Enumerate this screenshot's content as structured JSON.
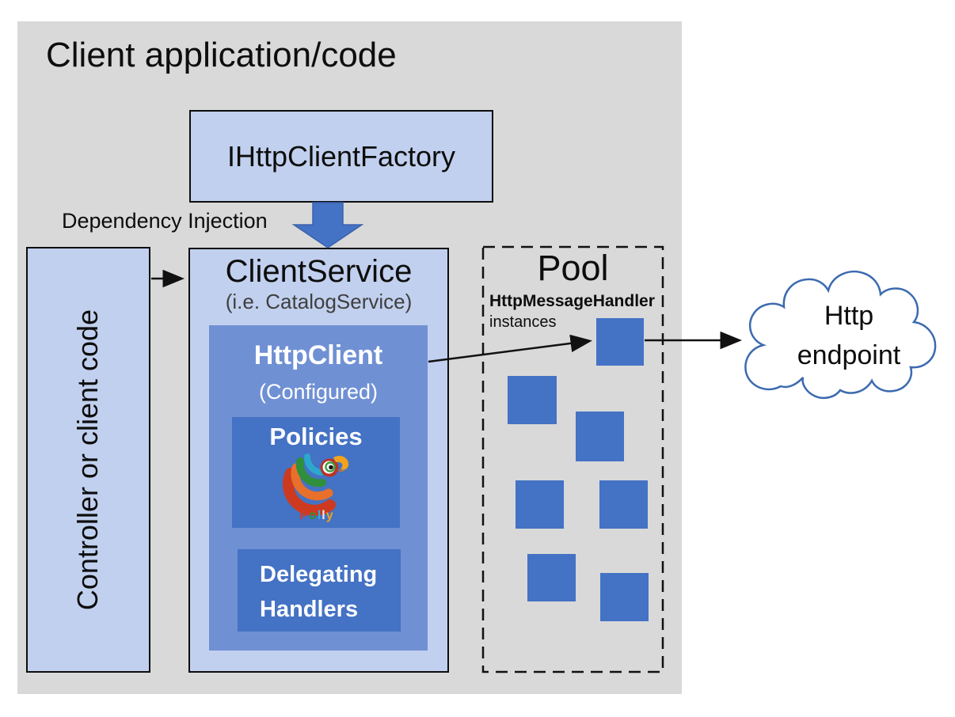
{
  "diagram": {
    "app_title": "Client application/code",
    "factory_label": "IHttpClientFactory",
    "di_label": "Dependency Injection",
    "controller_label": "Controller or client code",
    "client_service": {
      "title": "ClientService",
      "subtitle": "(i.e. CatalogService)"
    },
    "http_client": {
      "title": "HttpClient",
      "subtitle": "(Configured)"
    },
    "policies": {
      "title": "Policies",
      "logo_letters": [
        "P",
        "o",
        "l",
        "l",
        "y"
      ]
    },
    "delegating_handlers": {
      "line1": "Delegating",
      "line2": "Handlers"
    },
    "pool": {
      "title": "Pool",
      "type_label": "HttpMessageHandler",
      "instances_label": "instances",
      "handler_instance_count": 7
    },
    "endpoint": {
      "line1": "Http",
      "line2": "endpoint"
    },
    "colors": {
      "app_background": "#d9d9d9",
      "light_blue_box": "#c1d0ee",
      "medium_blue_box": "#7090d4",
      "dark_blue_box": "#4472c4",
      "dependency_arrow_blue": "#4472c4",
      "cloud_outline": "#3c6ab0",
      "subtitle_gray": "#3f3f3f",
      "text": "#0d0d0d"
    }
  }
}
